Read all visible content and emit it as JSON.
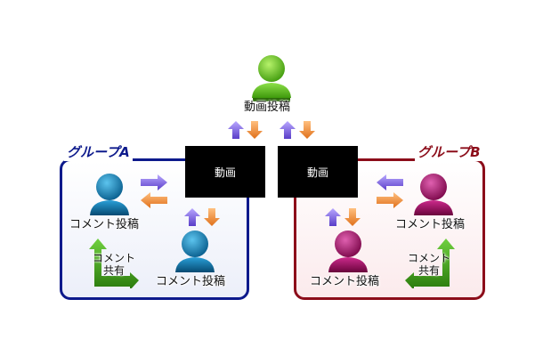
{
  "top": {
    "label": "動画投稿"
  },
  "video_left": {
    "label": "動画"
  },
  "video_right": {
    "label": "動画"
  },
  "group_a": {
    "title": "グループA",
    "color": "#0d1a8c",
    "person_top_label": "コメント投稿",
    "person_bottom_label": "コメント投稿",
    "share_line1": "コメント",
    "share_line2": "共有"
  },
  "group_b": {
    "title": "グループB",
    "color": "#8c0d1a",
    "person_top_label": "コメント投稿",
    "person_bottom_label": "コメント投稿",
    "share_line1": "コメント",
    "share_line2": "共有"
  },
  "colors": {
    "green_person": "#5fc41a",
    "blue_person": "#0b86bf",
    "magenta_person": "#b0106e",
    "arrow_purple": "#7a5cd8",
    "arrow_orange": "#f08a2a",
    "arrow_green": "#2e8f12"
  }
}
